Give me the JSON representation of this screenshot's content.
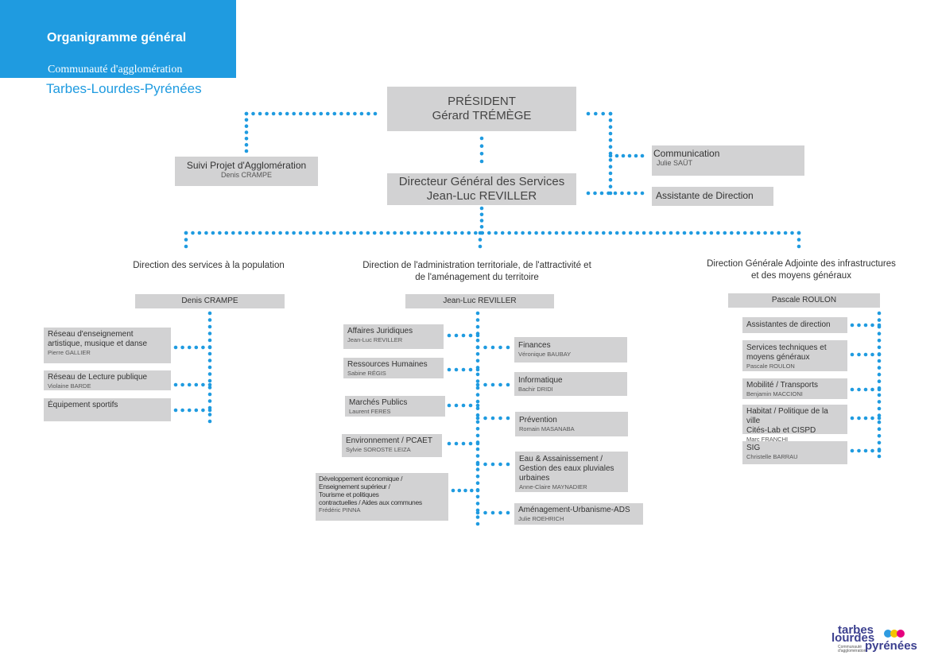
{
  "header": {
    "title": "Organigramme général",
    "subtitle": "Communauté d'agglomération",
    "name": "Tarbes-Lourdes-Pyrénées"
  },
  "president": {
    "role": "PRÉSIDENT",
    "name": "Gérard TRÉMÈGE"
  },
  "suivi": {
    "label": "Suivi Projet d'Agglomération",
    "name": "Denis CRAMPE"
  },
  "dgs": {
    "role": "Directeur Général des Services",
    "name": "Jean-Luc REVILLER"
  },
  "communication": {
    "label": "Communication",
    "name": "Julie SAÜT"
  },
  "assistante": {
    "label": "Assistante de Direction"
  },
  "directions": {
    "population": {
      "title": "Direction des services à la population",
      "chief": "Denis CRAMPE",
      "units": [
        {
          "label": "Réseau d'enseignement\nartistique, musique et danse",
          "name": "Pierre GALLIER"
        },
        {
          "label": "Réseau de Lecture publique",
          "name": "Violaine BARDE"
        },
        {
          "label": "Équipement sportifs",
          "name": ""
        }
      ]
    },
    "administration": {
      "title": "Direction de l'administration territoriale, de l'attractivité et\nde l'aménagement du territoire",
      "chief": "Jean-Luc REVILLER",
      "left_units": [
        {
          "label": "Affaires Juridiques",
          "name": "Jean-Luc REVILLER"
        },
        {
          "label": "Ressources Humaines",
          "name": "Sabine RÉGIS"
        },
        {
          "label": "Marchés Publics",
          "name": "Laurent FERES"
        },
        {
          "label": "Environnement / PCAET",
          "name": "Sylvie SOROSTE LEIZA"
        },
        {
          "label": "Développement économique /\nEnseignement supérieur /\nTourisme et politiques\ncontractuelles / Aides aux communes",
          "name": "Frédéric PINNA"
        }
      ],
      "right_units": [
        {
          "label": "Finances",
          "name": "Véronique BAUBAY"
        },
        {
          "label": "Informatique",
          "name": "Bachir DRIDI"
        },
        {
          "label": "Prévention",
          "name": "Romain MASANABA"
        },
        {
          "label": "Eau & Assainissement /\nGestion des eaux pluviales\nurbaines",
          "name": "Anne-Claire MAYNADIER"
        },
        {
          "label": "Aménagement-Urbanisme-ADS",
          "name": "Julie ROEHRICH"
        }
      ]
    },
    "infrastructures": {
      "title": "Direction Générale Adjointe des infrastructures\net des moyens généraux",
      "chief": "Pascale ROULON",
      "units": [
        {
          "label": "Assistantes de direction",
          "name": ""
        },
        {
          "label": "Services techniques et\nmoyens généraux",
          "name": "Pascale ROULON"
        },
        {
          "label": "Mobilité / Transports",
          "name": "Benjamin MACCIONI"
        },
        {
          "label": "Habitat / Politique de la ville\nCités-Lab et CISPD",
          "name": "Marc FRANCHI"
        },
        {
          "label": "SIG",
          "name": "Christelle BARRAU"
        }
      ]
    }
  },
  "logo": {
    "line1": "tarbes",
    "line2": "lourdes",
    "line3": "pyrénées",
    "tagline": "Communauté d'agglomération"
  },
  "colors": {
    "accent": "#1f9be0",
    "box": "#d2d2d3",
    "logo": "#3b3f8f"
  }
}
